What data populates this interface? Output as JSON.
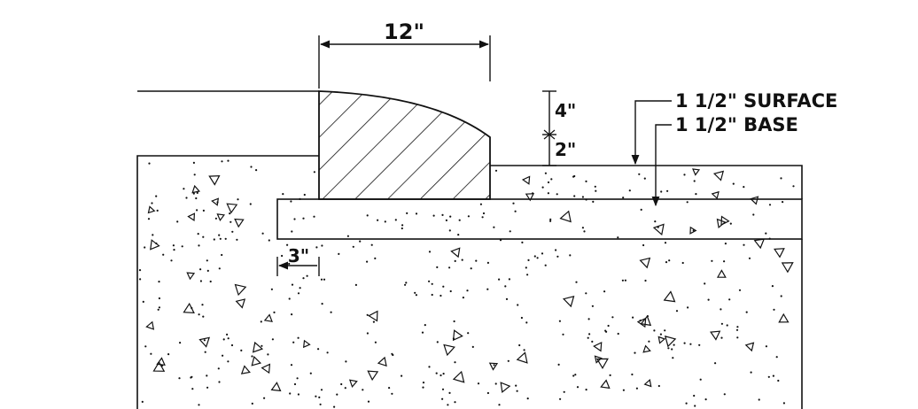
{
  "dimensions": {
    "curb_width": "12\"",
    "curb_rise": "4\"",
    "surface_depth": "2\"",
    "base_extension": "3\""
  },
  "callouts": {
    "surface": "1 1/2\" SURFACE",
    "base": "1 1/2\" BASE"
  },
  "colors": {
    "ink": "#111111",
    "background": "#ffffff"
  }
}
